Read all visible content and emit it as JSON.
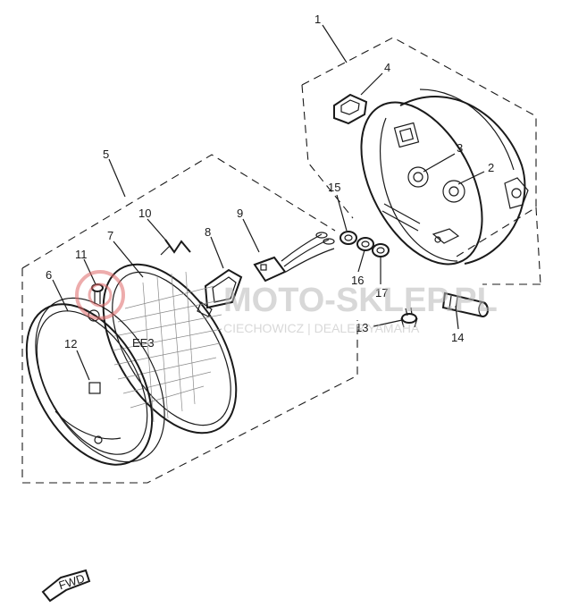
{
  "diagram": {
    "callouts": [
      "1",
      "2",
      "3",
      "4",
      "5",
      "6",
      "7",
      "8",
      "9",
      "10",
      "11",
      "12",
      "13",
      "14",
      "15",
      "16",
      "17"
    ],
    "fwd_label": "FWD"
  },
  "watermark": {
    "brand_main": "MOTO-SKLEP.PL",
    "brand_sub": "CIECHOWICZ | DEALER YAMAHA",
    "logo_color": "#e06a6a",
    "text_color": "#b9b9b9"
  }
}
